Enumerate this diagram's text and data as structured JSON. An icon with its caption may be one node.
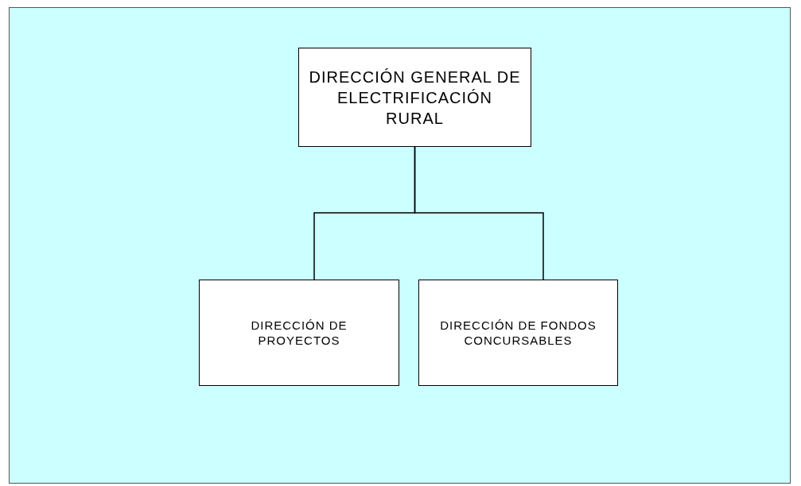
{
  "diagram": {
    "nodes": [
      {
        "text": [
          "DIRECCIÓN GENERAL DE ELECTRIFICACIÓN RURAL"
        ]
      },
      {
        "text": [
          "DIRECCIÓN DE PROYECTOS"
        ]
      },
      {
        "text": [
          "DIRECCIÓN DE FONDOS CONCURSABLES"
        ]
      }
    ],
    "edges": [
      {
        "from": 0,
        "to": 1,
        "arrow": "none"
      },
      {
        "from": 0,
        "to": 2,
        "arrow": "none"
      }
    ]
  }
}
